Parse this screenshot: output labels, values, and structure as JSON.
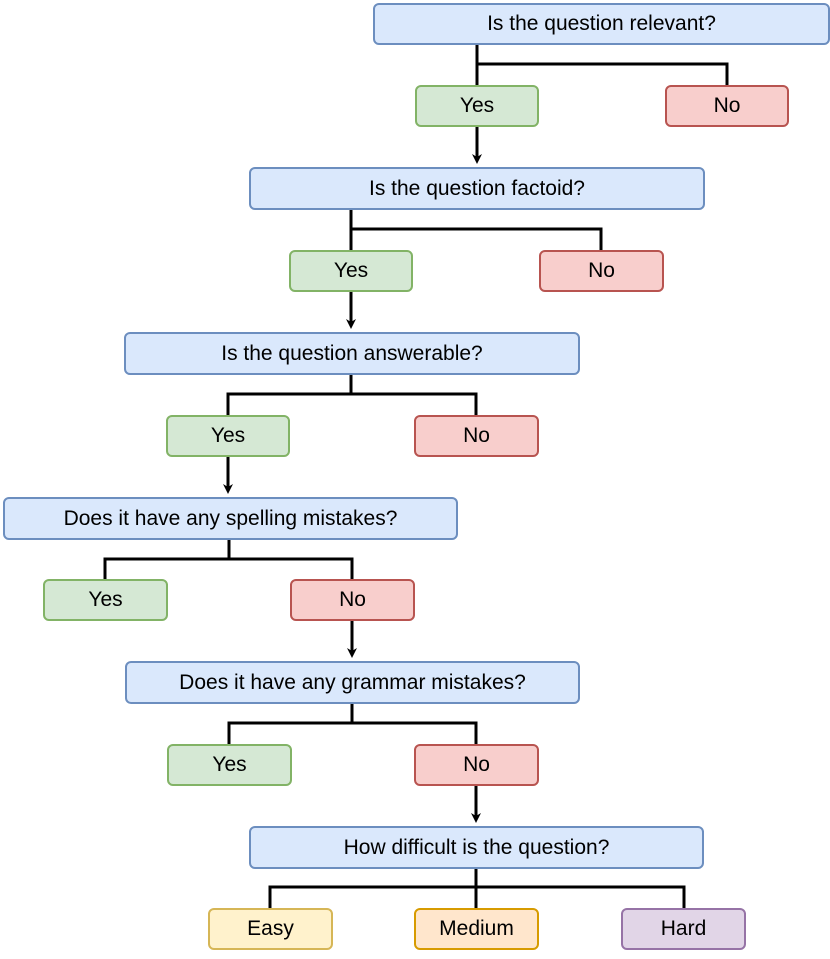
{
  "questions": [
    {
      "text": "Is the question relevant?",
      "yes": "Yes",
      "no": "No"
    },
    {
      "text": "Is the question factoid?",
      "yes": "Yes",
      "no": "No"
    },
    {
      "text": "Is the question answerable?",
      "yes": "Yes",
      "no": "No"
    },
    {
      "text": "Does it have any spelling mistakes?",
      "yes": "Yes",
      "no": "No"
    },
    {
      "text": "Does it have any grammar mistakes?",
      "yes": "Yes",
      "no": "No"
    }
  ],
  "difficulty": {
    "text": "How difficult is the question?",
    "easy": "Easy",
    "medium": "Medium",
    "hard": "Hard"
  },
  "colors": {
    "question_fill": "#dae8fc",
    "question_stroke": "#6c8ebf",
    "yes_fill": "#d5e8d4",
    "yes_stroke": "#82b366",
    "no_fill": "#f8cecc",
    "no_stroke": "#b85450",
    "easy_fill": "#fff2cc",
    "easy_stroke": "#d6b656",
    "medium_fill": "#ffe6cc",
    "medium_stroke": "#d79b00",
    "hard_fill": "#e1d5e7",
    "hard_stroke": "#9673a6",
    "connector": "#000000"
  }
}
